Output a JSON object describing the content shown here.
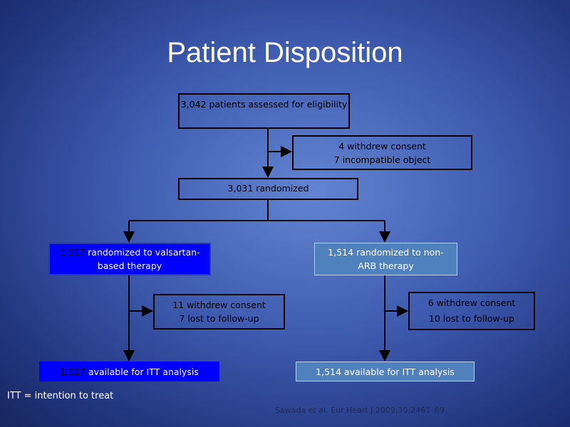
{
  "title": "Patient Disposition",
  "assessed": "3,042 patients assessed  for eligibility",
  "excluded": [
    "4 withdrew consent",
    "7 incompatible object"
  ],
  "randomized": "3,031 randomized",
  "left": {
    "count": "1,517",
    "label_line1": " randomized to valsartan-",
    "label_line2": "based therapy",
    "withdrawn": [
      "11 withdrew consent",
      "7 lost to follow-up"
    ],
    "itt_count": "1,517",
    "itt_label": " available for ITT analysis",
    "fill": "#0000ff"
  },
  "right": {
    "label_line1": "1,514 randomized to non-",
    "label_line2": "ARB therapy",
    "withdrawn": [
      "6 withdrew consent",
      "10 lost to follow-up"
    ],
    "itt_label": "1,514 available for ITT analysis",
    "fill": "#4f81bd"
  },
  "footnote": "ITT = intention to treat",
  "citation": "Sawada et al. Eur Heart J 2009;30:2461–69."
}
